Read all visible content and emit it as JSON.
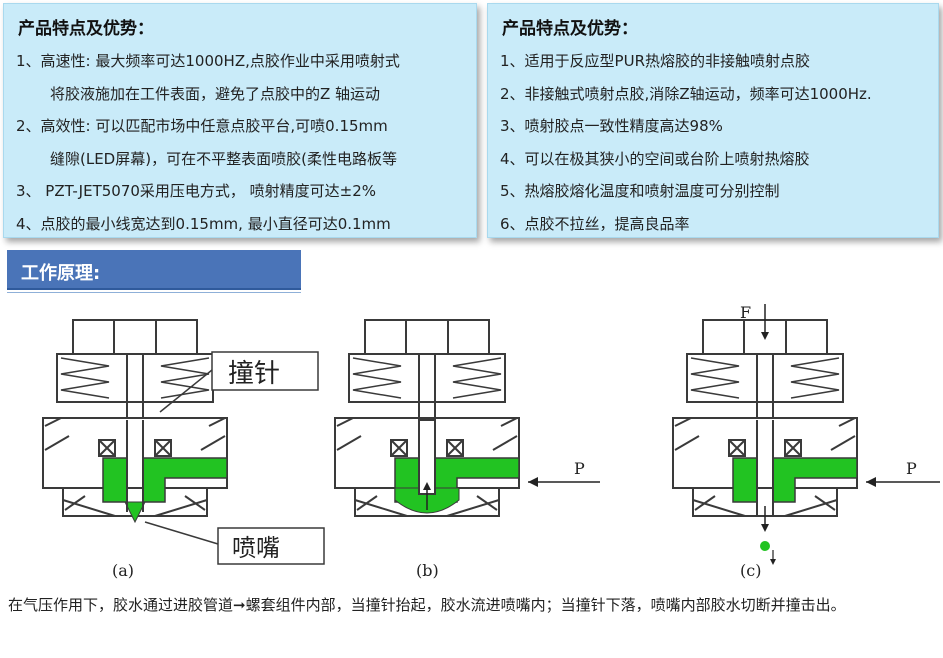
{
  "left_panel": {
    "title": "产品特点及优势：",
    "items": [
      "1、高速性: 最大频率可达1000HZ,点胶作业中采用喷射式",
      "将胶液施加在工件表面，避免了点胶中的Z  轴运动",
      "2、高效性: 可以匹配市场中任意点胶平台,可喷0.15mm",
      "缝隙(LED屏幕)，可在不平整表面喷胶(柔性电路板等",
      "3、 PZT-JET5070采用压电方式， 喷射精度可达±2%",
      "4、点胶的最小线宽达到0.15mm, 最小直径可达0.1mm"
    ]
  },
  "right_panel": {
    "title": "产品特点及优势：",
    "items": [
      "1、适用于反应型PUR热熔胶的非接触喷射点胶",
      "2、非接触式喷射点胶,消除Z轴运动，频率可达1000Hz.",
      "3、喷射胶点一致性精度高达98%",
      "4、可以在极其狭小的空间或台阶上喷射热熔胶",
      "5、热熔胶熔化温度和喷射温度可分别控制",
      "6、点胶不拉丝，提高良品率"
    ]
  },
  "section": {
    "title": "工作原理:"
  },
  "diagram": {
    "label_pin": "撞针",
    "label_nozzle": "喷嘴",
    "label_force": "F",
    "label_pressure": "P",
    "sub_a": "(a)",
    "sub_b": "(b)",
    "sub_c": "(c)",
    "glue_color": "#22c322",
    "line_color": "#3a3a3a"
  },
  "caption": "在气压作用下，胶水通过进胶管道➞螺套组件内部，当撞针抬起，胶水流进喷嘴内；当撞针下落，喷嘴内部胶水切断并撞击出。"
}
